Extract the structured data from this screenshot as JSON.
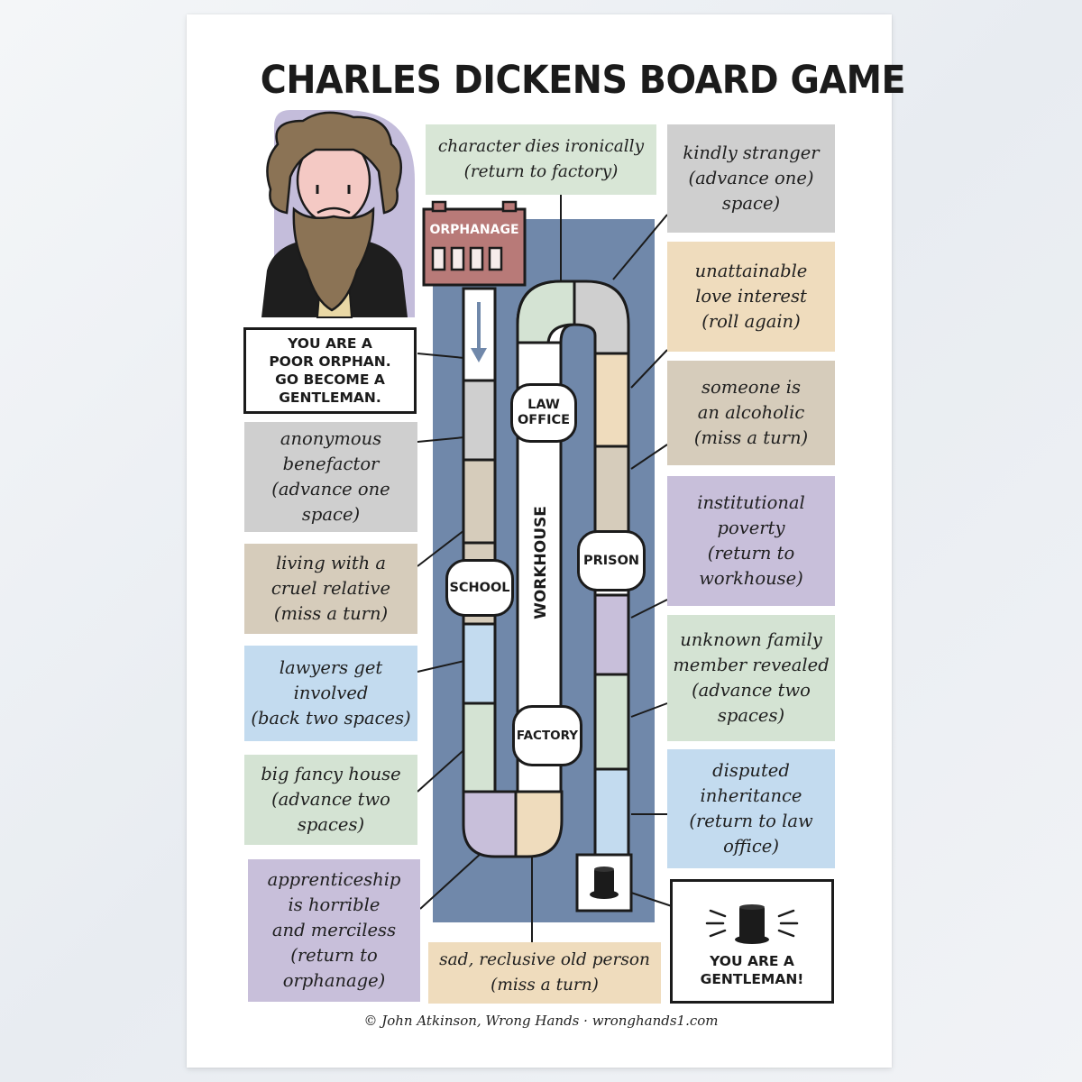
{
  "title": "CHARLES DICKENS BOARD GAME",
  "start_notice": [
    "YOU ARE A",
    "POOR ORPHAN.",
    "GO BECOME A",
    "GENTLEMAN."
  ],
  "end_notice": [
    "YOU ARE A",
    "GENTLEMAN!"
  ],
  "locations": {
    "orphanage": "ORPHANAGE",
    "law_office": [
      "LAW",
      "OFFICE"
    ],
    "school": "SCHOOL",
    "prison": "PRISON",
    "factory": "FACTORY",
    "workhouse": "WORKHOUSE"
  },
  "left_cards": [
    {
      "lines": [
        "anonymous",
        "benefactor",
        "(advance one",
        "space)"
      ],
      "color": "#cfcfcf"
    },
    {
      "lines": [
        "living with a",
        "cruel relative",
        "(miss a turn)"
      ],
      "color": "#d6ccbb"
    },
    {
      "lines": [
        "lawyers get",
        "involved",
        "(back two spaces)"
      ],
      "color": "#c3dbef"
    },
    {
      "lines": [
        "big fancy house",
        "(advance two",
        "spaces)"
      ],
      "color": "#d4e3d3"
    },
    {
      "lines": [
        "apprenticeship",
        "is horrible",
        "and merciless",
        "(return to",
        "orphanage)"
      ],
      "color": "#c8bfda"
    }
  ],
  "top_card": {
    "lines": [
      "character dies ironically",
      "(return to factory)"
    ],
    "color": "#d8e6d6"
  },
  "bottom_card": {
    "lines": [
      "sad, reclusive old person",
      "(miss a turn)"
    ],
    "color": "#efdcbd"
  },
  "right_cards": [
    {
      "lines": [
        "kindly stranger",
        "(advance one)",
        "space)"
      ],
      "color": "#cfcfcf"
    },
    {
      "lines": [
        "unattainable",
        "love interest",
        "(roll again)"
      ],
      "color": "#efdcbd"
    },
    {
      "lines": [
        "someone is",
        "an alcoholic",
        "(miss a turn)"
      ],
      "color": "#d6ccbb"
    },
    {
      "lines": [
        "institutional",
        "poverty",
        "(return to",
        "workhouse)"
      ],
      "color": "#c8bfda"
    },
    {
      "lines": [
        "unknown family",
        "member revealed",
        "(advance two",
        "spaces)"
      ],
      "color": "#d4e3d3"
    },
    {
      "lines": [
        "disputed",
        "inheritance",
        "(return to law",
        "office)"
      ],
      "color": "#c3dbef"
    }
  ],
  "credit": "© John Atkinson, Wrong Hands · wronghands1.com",
  "colors": {
    "board": "#7088aa",
    "outline": "#1b1b1b",
    "orphanage": "#b87a78"
  },
  "icons": [
    "top-hat-icon",
    "down-arrow-icon",
    "dickens-portrait"
  ]
}
